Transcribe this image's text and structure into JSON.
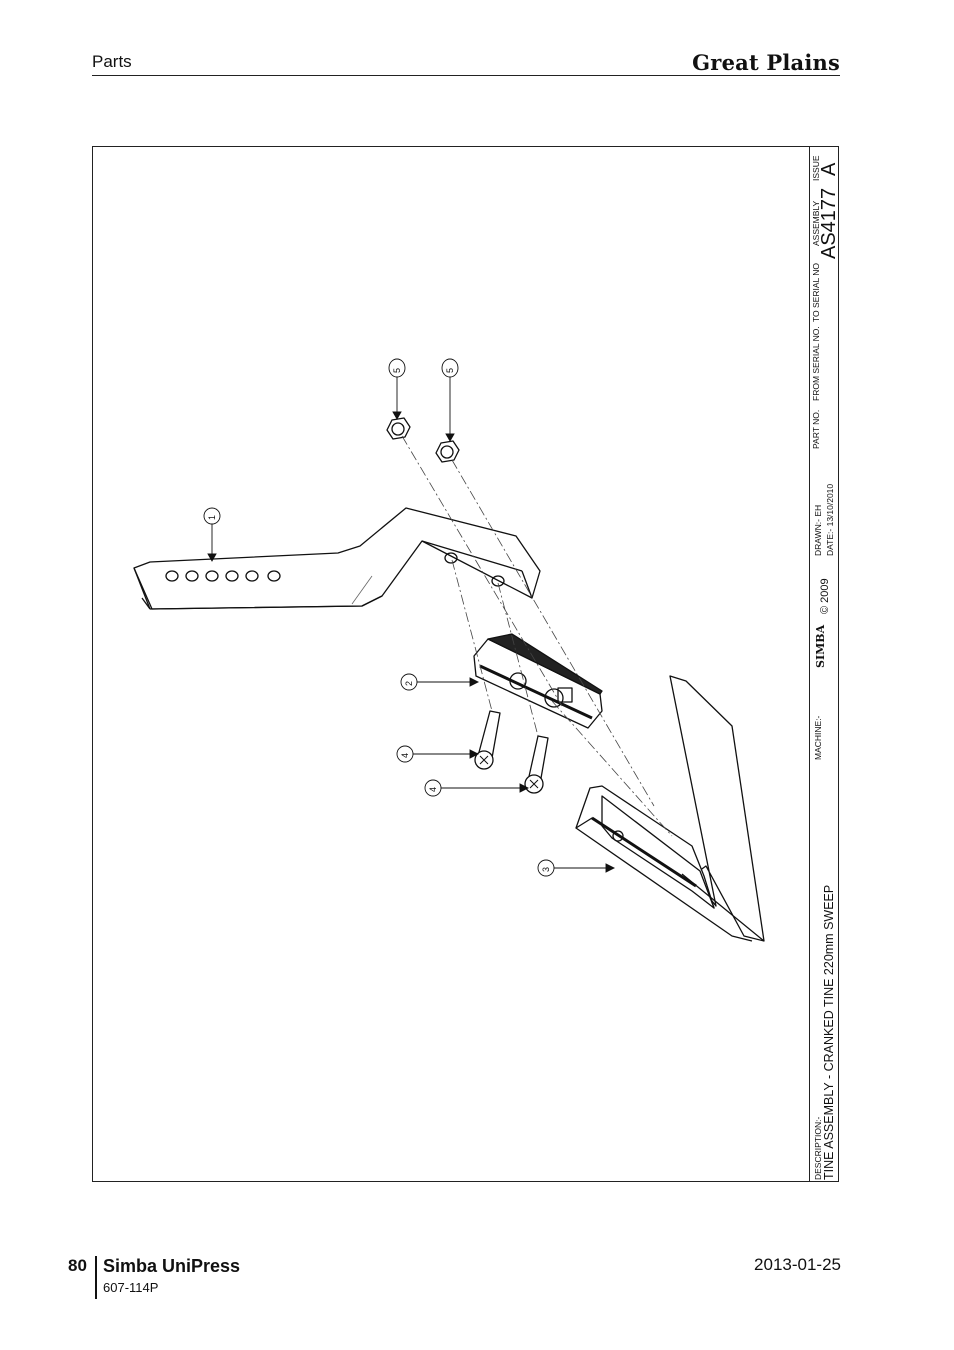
{
  "header": {
    "section": "Parts",
    "brand": "Great Plains"
  },
  "footer": {
    "page_number": "80",
    "title": "Simba UniPress",
    "part_no": "607-114P",
    "date": "2013-01-25"
  },
  "title_block": {
    "issue_label": "ISSUE",
    "issue_value": "A",
    "assembly_label": "ASSEMBLY",
    "assembly_value": "AS4177",
    "to_serial_label": "TO SERIAL NO",
    "from_serial_label": "FROM SERIAL NO.",
    "part_no_label": "PART NO.",
    "drawn_label": "DRAWN:- EH",
    "date_label": "DATE:- 13/10/2010",
    "logo_text": "SIMBA",
    "copyright": "© 2009",
    "machine_label": "MACHINE:-",
    "description_label": "DESCRIPTION:-",
    "description_value": "TINE ASSEMBLY - CRANKED TINE 220mm SWEEP"
  },
  "balloons": [
    "1",
    "2",
    "3",
    "4",
    "4",
    "5",
    "5"
  ],
  "icons": [
    "cranked-tine-shank",
    "clamp-bracket",
    "sweep-share",
    "bolt",
    "hex-nut"
  ]
}
